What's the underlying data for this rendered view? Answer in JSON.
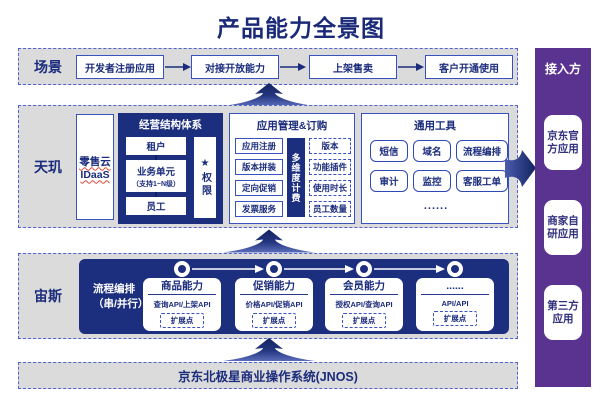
{
  "title": "产品能力全景图",
  "scene": {
    "label": "场景",
    "steps": [
      "开发者注册应用",
      "对接开放能力",
      "上架售卖",
      "客户开通使用"
    ]
  },
  "tianji": {
    "label": "天玑",
    "idaas_line1": "零售云",
    "idaas_line2": "IDaaS",
    "structure": {
      "title": "经营结构体系",
      "tenant": "租户",
      "unit": "业务单元",
      "unit_note": "（支持1~N级）",
      "staff": "员工",
      "star": "★",
      "permission": "权限"
    },
    "app_mgmt": {
      "title": "应用管理&订购",
      "left_items": [
        "应用注册",
        "版本拼装",
        "定向促销",
        "发票服务"
      ],
      "billing": "多维度计费",
      "right_items": [
        "版本",
        "功能插件",
        "使用时长",
        "员工数量"
      ]
    },
    "tools": {
      "title": "通用工具",
      "row1": [
        "短信",
        "域名",
        "流程编排"
      ],
      "row2": [
        "审计",
        "监控",
        "客服工单"
      ],
      "more": "......"
    }
  },
  "zeus": {
    "label": "宙斯",
    "flow_line1": "流程编排",
    "flow_line2": "（串/并行）",
    "capabilities": [
      {
        "title": "商品能力",
        "apis": "查询API/上架API",
        "ext": "扩展点"
      },
      {
        "title": "促销能力",
        "apis": "价格API/促销API",
        "ext": "扩展点"
      },
      {
        "title": "会员能力",
        "apis": "授权API/查询API",
        "ext": "扩展点"
      },
      {
        "title": "......",
        "apis": "API/API",
        "ext": "扩展点"
      }
    ]
  },
  "jnos_label": "京东北极星商业操作系统(JNOS)",
  "sidebar": {
    "title": "接入方",
    "items": [
      "京东官方应用",
      "商家自研应用",
      "第三方应用"
    ]
  },
  "colors": {
    "navy": "#1c2e7e",
    "border_blue": "#3a52c0",
    "layer_gray": "#dbdbdb",
    "purple": "#5a3290",
    "arrow_navy_light": "#3a4da8",
    "arrow_navy_dark": "#13235f"
  }
}
